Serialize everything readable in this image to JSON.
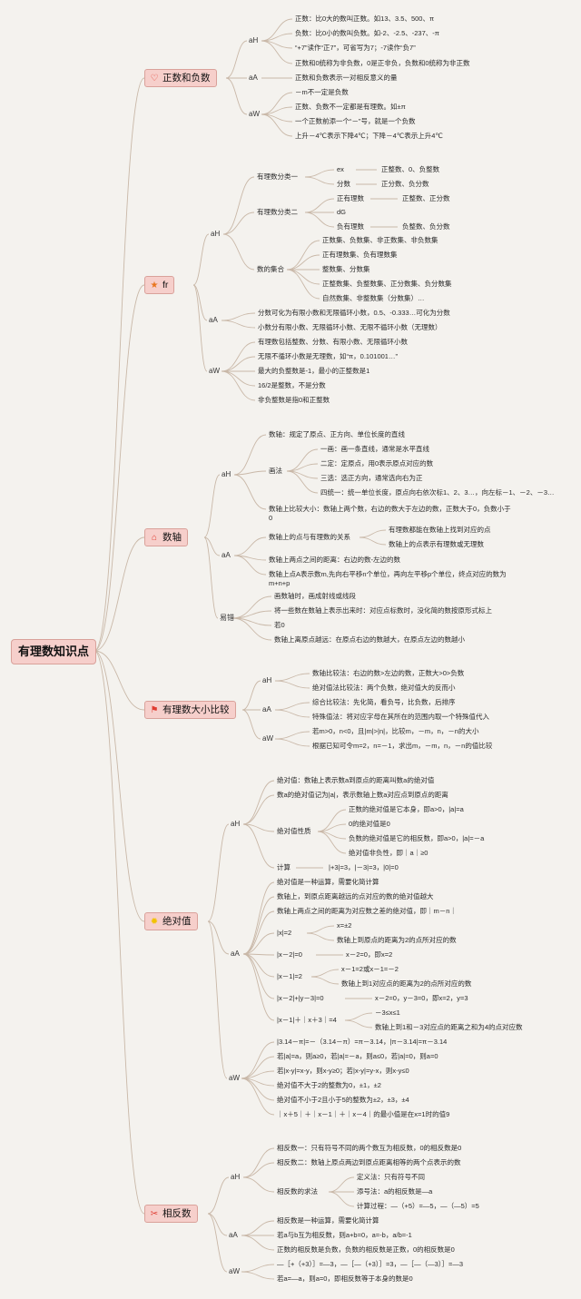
{
  "root": "有理数知识点",
  "colors": {
    "line": "#c9b8a8",
    "node_fill": "#f6cfcb",
    "node_border": "#d9a19a",
    "icon_red": "#e03c31",
    "icon_yellow": "#f2c200",
    "icon_orange": "#e8761f"
  },
  "branches": [
    {
      "title": "正数和负数",
      "icon": "heart-icon",
      "groups": [
        {
          "label": "aH",
          "items": [
            "正数：比0大的数叫正数。如13、3.5、500、π",
            "负数：比0小的数叫负数。如-2、-2.5、-237、-π",
            "“+7”读作“正7”，可省写为7；-7读作“负7”",
            "正数和0统称为非负数，0是正非负，负数和0统称为非正数"
          ]
        },
        {
          "label": "aA",
          "items": [
            "正数和负数表示一对相反意义的量"
          ]
        },
        {
          "label": "aW",
          "items": [
            "－m不一定是负数",
            "正数、负数不一定都是有理数。如±π",
            "一个正数前添一个“－”号，就是一个负数",
            "上升－4℃表示下降4℃；下降－4℃表示上升4℃"
          ]
        }
      ]
    },
    {
      "title": "fr",
      "icon": "star-icon",
      "groups": [
        {
          "label": "aH",
          "subs": [
            {
              "label": "有理数分类一",
              "rows": [
                [
                  "ex",
                  "正整数、0、负整数"
                ],
                [
                  "分数",
                  "正分数、负分数"
                ]
              ]
            },
            {
              "label": "有理数分类二",
              "rows": [
                [
                  "正有理数",
                  "正整数、正分数"
                ],
                [
                  "dG",
                  ""
                ],
                [
                  "负有理数",
                  "负整数、负分数"
                ]
              ]
            },
            {
              "label": "数的集合",
              "items": [
                "正数集、负数集、非正数集、非负数集",
                "正有理数集、负有理数集",
                "整数集、分数集",
                "正整数集、负整数集、正分数集、负分数集",
                "自然数集、非整数集（分数集）…"
              ]
            }
          ]
        },
        {
          "label": "aA",
          "items": [
            "分数可化为有限小数和无限循环小数，0.5、-0.333…可化为分数",
            "小数分有限小数、无限循环小数、无限不循环小数（无理数）"
          ]
        },
        {
          "label": "aW",
          "items": [
            "有理数包括整数、分数、有限小数、无限循环小数",
            "无限不循环小数是无理数，如“π，0.101001…”",
            "最大的负整数是-1，最小的正整数是1",
            "16/2是整数，不是分数",
            "非负整数是指0和正整数"
          ]
        }
      ]
    },
    {
      "title": "数轴",
      "icon": "home-icon",
      "groups": [
        {
          "label": "aH",
          "first": "数轴：规定了原点、正方向、单位长度的直线",
          "sub": {
            "label": "画法",
            "items": [
              "一画：画一条直线，通常是水平直线",
              "二定：定原点，用0表示原点对应的数",
              "三选：选正方向，通常选向右为正",
              "四统一：统一单位长度，原点向右依次标1、2、3…，向左标－1、－2、－3…"
            ]
          },
          "last": [
            "数轴上比较大小：数轴上两个数，右边的数大于左边的数，正数大于0，负数小于",
            "0"
          ]
        },
        {
          "label": "aA",
          "sub": {
            "label": "数轴上的点与有理数的关系",
            "items": [
              "有理数都能在数轴上找到对应的点",
              "数轴上的点表示有理数或无理数"
            ]
          },
          "items": [
            "数轴上两点之间的距离：右边的数-左边的数",
            "数轴上点A表示数m,先向右平移n个单位，再向左平移p个单位，终点对应的数为",
            "m+n+p"
          ]
        },
        {
          "label": "易错",
          "items": [
            "画数轴时，画成射线或线段",
            "将一些数在数轴上表示出来时：对应点标数时，没化简的数按原形式标上",
            "若0",
            "数轴上离原点越远：在原点右边的数越大，在原点左边的数越小"
          ]
        }
      ]
    },
    {
      "title": "有理数大小比较",
      "icon": "flag-icon",
      "groups": [
        {
          "label": "aH",
          "items": [
            "数轴比较法：右边的数>左边的数，正数大>0>负数",
            "绝对值法比较法：两个负数，绝对值大的反而小"
          ]
        },
        {
          "label": "aA",
          "items": [
            "综合比较法：先化简，看负号，比负数，后排序",
            "特殊值法：将对应字母在其所在的范围内取一个特殊值代入"
          ]
        },
        {
          "label": "aW",
          "items": [
            "若m>0，n<0，且|m|>|n|，比较m，－m，n，－n的大小",
            "根据已知可令m=2，n=－1，求出m，－m，n，－n的值比较"
          ]
        }
      ]
    },
    {
      "title": "绝对值",
      "icon": "sun-icon",
      "groups": [
        {
          "label": "aH",
          "items": [
            "绝对值：数轴上表示数a到原点的距离叫数a的绝对值",
            "数a的绝对值记为|a|，表示数轴上数a对应点到原点的距离"
          ],
          "sub": {
            "label": "绝对值性质",
            "items": [
              "正数的绝对值是它本身，即a>0，|a|=a",
              "0的绝对值是0",
              "负数的绝对值是它的相反数，即a>0，|a|=－a",
              "绝对值非负性，即｜a｜≥0"
            ]
          },
          "calc": [
            "计算",
            "|+3|=3，|－3|=3，|0|=0"
          ]
        },
        {
          "label": "aA",
          "items": [
            "绝对值是一种运算，需要化简计算",
            "数轴上，到原点距离越远的点对应的数的绝对值越大",
            "数轴上两点之间的距离为对应数之差的绝对值，即｜m－n｜"
          ],
          "eqs": [
            {
              "label": "|x|=2",
              "items": [
                "x=±2",
                "数轴上到原点的距离为2的点所对应的数"
              ]
            },
            {
              "label": "|x－2|=0",
              "items": [
                "x－2=0，即x=2"
              ]
            },
            {
              "label": "|x－1|=2",
              "items": [
                "x－1=2或x－1=－2",
                "数轴上到1对应点的距离为2的点所对应的数"
              ]
            },
            {
              "label": "|x－2|+|y－3|=0",
              "items": [
                "x－2=0，y－3=0，即x=2，y=3"
              ]
            },
            {
              "label": "|x－1|＋｜x＋3｜=4",
              "items": [
                "－3≤x≤1",
                "数轴上到1和－3对应点的距离之和为4的点对应数"
              ]
            }
          ]
        },
        {
          "label": "aW",
          "items": [
            "|3.14－π|=－（3.14－π）=π－3.14，|π－3.14|=π－3.14",
            "若|a|=a，则a≥0，若|a|=－a，则a≤0，若|a|=0，则a=0",
            "若|x-y|=x-y，则x-y≥0；若|x-y|=y-x，则x-y≤0",
            "绝对值不大于2的整数为0，±1，±2",
            "绝对值不小于2且小于5的整数为±2，±3，±4",
            "｜x＋5｜＋｜x－1｜＋｜x－4｜的最小值是在x=1时的值9"
          ]
        }
      ]
    },
    {
      "title": "相反数",
      "icon": "tools-icon",
      "groups": [
        {
          "label": "aH",
          "items": [
            "相反数一：只有符号不同的两个数互为相反数，0的相反数是0",
            "相反数二：数轴上原点两边到原点距离相等的两个点表示的数"
          ],
          "sub": {
            "label": "相反数的求法",
            "items": [
              "定义法：只有符号不同",
              "添号法：a的相反数是—a",
              "计算过程：—（+5）=—5，—（—5）=5"
            ]
          }
        },
        {
          "label": "aA",
          "items": [
            "相反数是一种运算，需要化简计算",
            "若a与b互为相反数，则a+b=0，a=-b，a/b=-1",
            "正数的相反数是负数，负数的相反数是正数，0的相反数是0"
          ]
        },
        {
          "label": "aW",
          "items": [
            "—［+（+3）］=—3，—［—（+3）］=3，—［—（—3）］=—3",
            "若a=—a，则a=0，即相反数等于本身的数是0"
          ]
        }
      ]
    }
  ]
}
